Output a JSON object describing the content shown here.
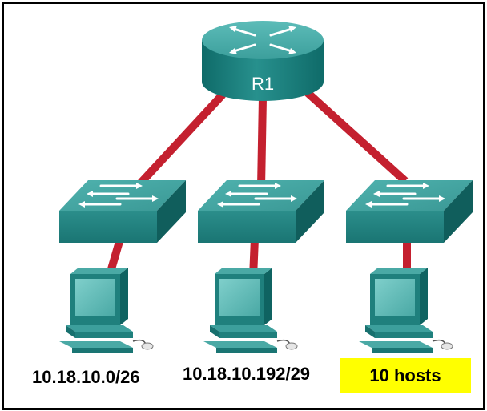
{
  "router": {
    "name": "R1"
  },
  "networks": [
    {
      "label": "10.18.10.0/26"
    },
    {
      "label": "10.18.10.192/29"
    },
    {
      "label": "10 hosts"
    }
  ],
  "colors": {
    "link": "#c4202f",
    "device_top": "#45a6a3",
    "device_side": "#1b7c7a",
    "device_dark": "#0e5f5d",
    "highlight": "#ffff00",
    "frame": "#000000"
  },
  "icons": {
    "router": "router-icon",
    "switch": "switch-icon",
    "pc": "pc-icon"
  }
}
